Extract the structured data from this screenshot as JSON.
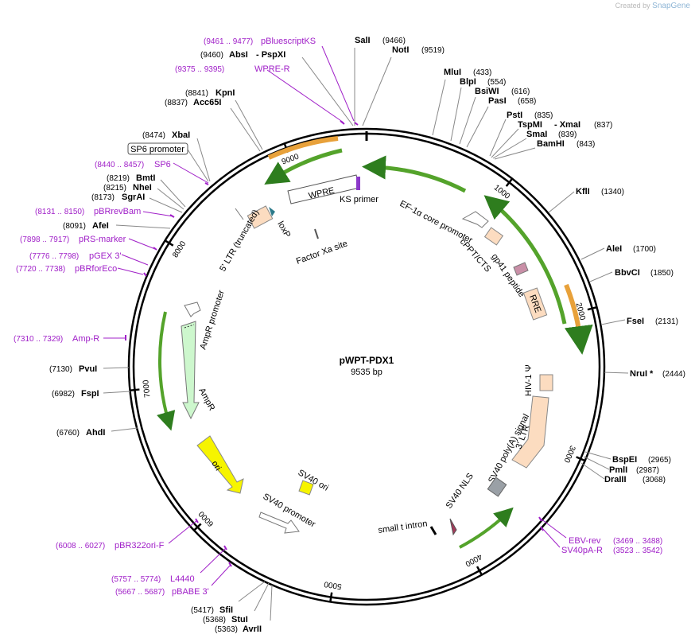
{
  "credit": {
    "prefix": "Created by",
    "brand": "SnapGene"
  },
  "plasmid": {
    "name": "pWPT-PDX1",
    "length_label": "9535 bp",
    "length": 9535
  },
  "ticks": [
    {
      "bp": 1000,
      "label": "1000"
    },
    {
      "bp": 2000,
      "label": "2000"
    },
    {
      "bp": 3000,
      "label": "3000"
    },
    {
      "bp": 4000,
      "label": "4000"
    },
    {
      "bp": 5000,
      "label": "5000"
    },
    {
      "bp": 6000,
      "label": "6000"
    },
    {
      "bp": 7000,
      "label": "7000"
    },
    {
      "bp": 8000,
      "label": "8000"
    },
    {
      "bp": 9000,
      "label": "9000"
    }
  ],
  "sites": [
    {
      "name": "SalI",
      "pos": "(9466)",
      "bp": 9466,
      "side": "top-right",
      "color": "#000"
    },
    {
      "name": "NotI",
      "pos": "(9519)",
      "bp": 9519,
      "side": "top-right"
    },
    {
      "name": "MluI",
      "pos": "(433)",
      "bp": 433
    },
    {
      "name": "BlpI",
      "pos": "(554)",
      "bp": 554
    },
    {
      "name": "BsiWI",
      "pos": "(616)",
      "bp": 616
    },
    {
      "name": "PasI",
      "pos": "(658)",
      "bp": 658
    },
    {
      "name": "PstI",
      "pos": "(835)",
      "bp": 835
    },
    {
      "name": "TspMI",
      "pos": "",
      "bp": 837,
      "extra": "- XmaI",
      "extra_pos": "(837)"
    },
    {
      "name": "SmaI",
      "pos": "(839)",
      "bp": 839
    },
    {
      "name": "BamHI",
      "pos": "(843)",
      "bp": 843
    },
    {
      "name": "KflI",
      "pos": "(1340)",
      "bp": 1340
    },
    {
      "name": "AleI",
      "pos": "(1700)",
      "bp": 1700
    },
    {
      "name": "BbvCI",
      "pos": "(1850)",
      "bp": 1850
    },
    {
      "name": "FseI",
      "pos": "(2131)",
      "bp": 2131
    },
    {
      "name": "NruI *",
      "pos": "(2444)",
      "bp": 2444
    },
    {
      "name": "BspEI",
      "pos": "(2965)",
      "bp": 2965
    },
    {
      "name": "PmlI",
      "pos": "(2987)",
      "bp": 2987
    },
    {
      "name": "DraIII",
      "pos": "(3068)",
      "bp": 3068
    },
    {
      "name": "AvrII",
      "pos": "(5363)",
      "bp": 5363
    },
    {
      "name": "StuI",
      "pos": "(5368)",
      "bp": 5368
    },
    {
      "name": "SfiI",
      "pos": "(5417)",
      "bp": 5417
    },
    {
      "name": "AhdI",
      "pos": "(6760)",
      "bp": 6760
    },
    {
      "name": "FspI",
      "pos": "(6982)",
      "bp": 6982
    },
    {
      "name": "PvuI",
      "pos": "(7130)",
      "bp": 7130
    },
    {
      "name": "AfeI",
      "pos": "(8091)",
      "bp": 8091
    },
    {
      "name": "SgrAI",
      "pos": "(8173)",
      "bp": 8173
    },
    {
      "name": "NheI",
      "pos": "(8215)",
      "bp": 8215
    },
    {
      "name": "BmtI",
      "pos": "(8219)",
      "bp": 8219
    },
    {
      "name": "XbaI",
      "pos": "(8474)",
      "bp": 8474
    },
    {
      "name": "Acc65I",
      "pos": "(8837)",
      "bp": 8837
    },
    {
      "name": "KpnI",
      "pos": "(8841)",
      "bp": 8841
    },
    {
      "name": "AbsI",
      "pos": "(9460)",
      "bp": 9460,
      "extra": "- PspXI"
    }
  ],
  "primers": [
    {
      "name": "pBluescriptKS",
      "range": "(9461 .. 9477)"
    },
    {
      "name": "WPRE-R",
      "range": "(9375 .. 9395)"
    },
    {
      "name": "SP6",
      "range": "(8440 .. 8457)"
    },
    {
      "name": "pBRrevBam",
      "range": "(8131 .. 8150)"
    },
    {
      "name": "pRS-marker",
      "range": "(7898 .. 7917)"
    },
    {
      "name": "pGEX 3'",
      "range": "(7776 .. 7798)"
    },
    {
      "name": "pBRforEco",
      "range": "(7720 .. 7738)"
    },
    {
      "name": "Amp-R",
      "range": "(7310 .. 7329)"
    },
    {
      "name": "pBR322ori-F",
      "range": "(6008 .. 6027)"
    },
    {
      "name": "L4440",
      "range": "(5757 .. 5774)"
    },
    {
      "name": "pBABE 3'",
      "range": "(5667 .. 5687)"
    },
    {
      "name": "EBV-rev",
      "range": "(3469 .. 3488)"
    },
    {
      "name": "SV40pA-R",
      "range": "(3523 .. 3542)"
    }
  ],
  "promoter_box": "SP6 promoter",
  "features": {
    "wpre": "WPRE",
    "ks_primer": "KS primer",
    "loxp": "loxP",
    "factor_xa": "Factor Xa site",
    "ltr5": "5' LTR (truncated)",
    "ef1a": "EF-1α core promoter",
    "cppt": "cPPT/CTS",
    "gp41": "gp41 peptide",
    "rre": "RRE",
    "hiv_psi": "HIV-1 Ψ",
    "ltr3": "3' LTR",
    "sv40polya": "SV40 poly(A) signal",
    "sv40nls": "SV40 NLS",
    "small_t": "small t intron",
    "sv40ori": "SV40 ori",
    "sv40prom": "SV40 promoter",
    "ori": "ori",
    "ampr": "AmpR",
    "ampr_prom": "AmpR promoter"
  }
}
